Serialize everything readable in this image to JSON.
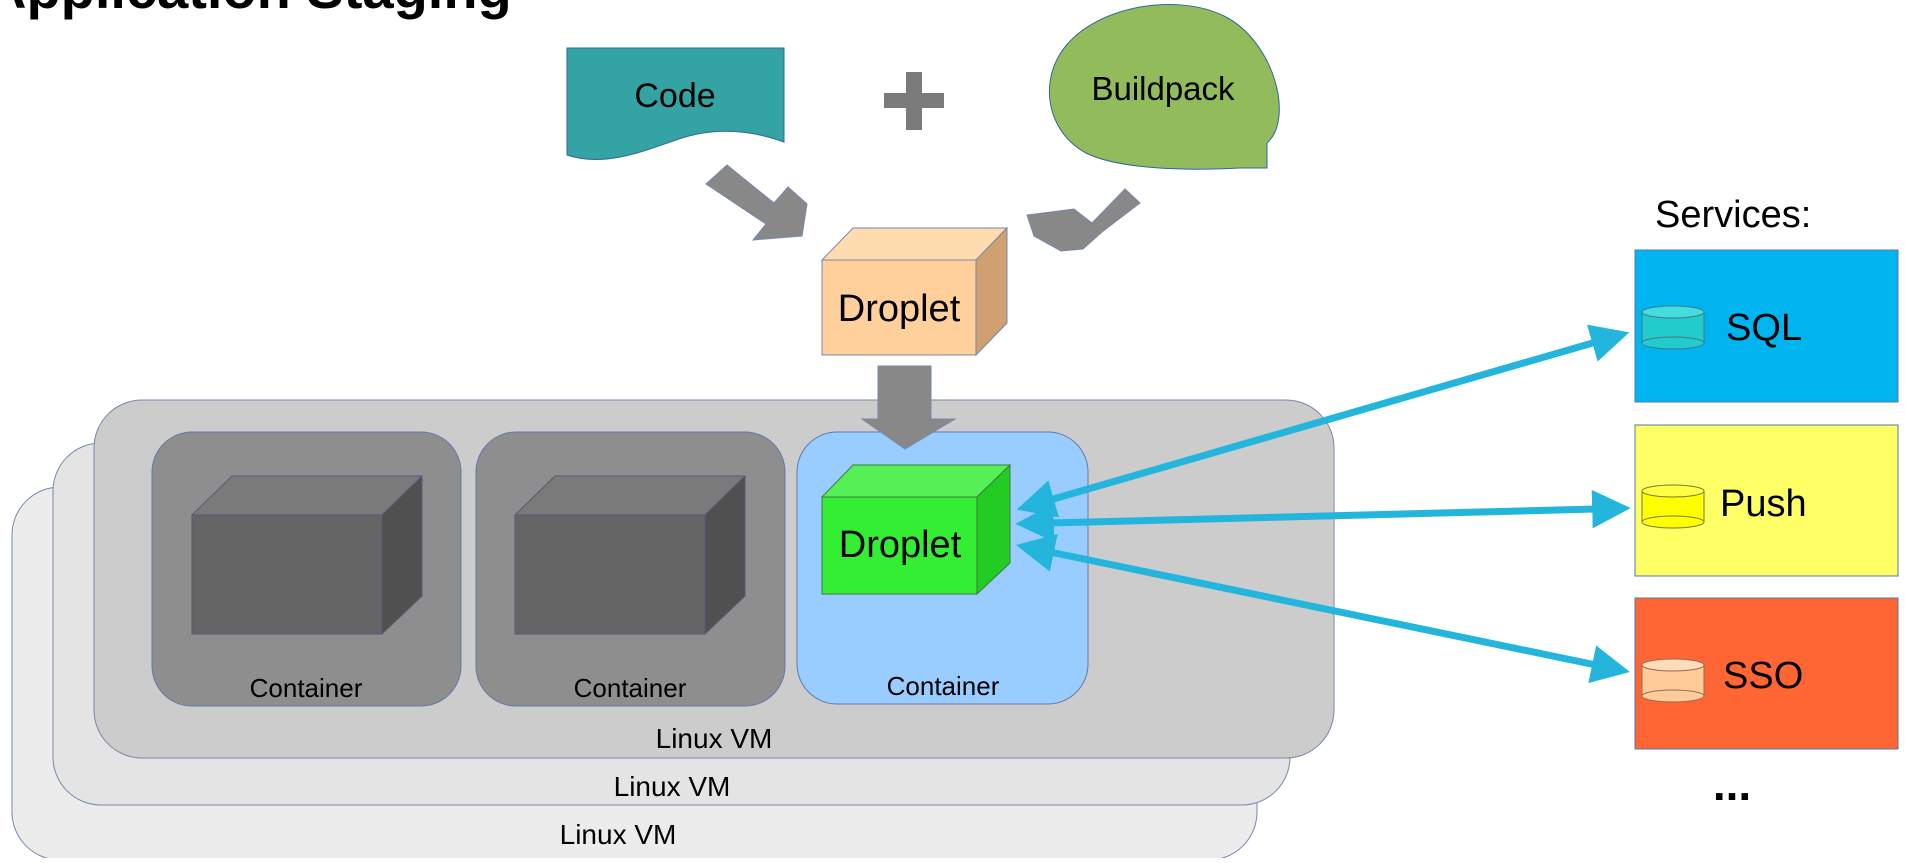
{
  "diagram": {
    "title": "Application Staging",
    "inputs": {
      "code": "Code",
      "plus": "+",
      "buildpack": "Buildpack"
    },
    "droplet_label": "Droplet",
    "container_label": "Container",
    "vm_labels": [
      "Linux VM",
      "Linux VM",
      "Linux VM"
    ],
    "services": {
      "heading": "Services:",
      "items": [
        {
          "label": "SQL",
          "color": "#00b4f0",
          "db_color": "#22cccc"
        },
        {
          "label": "Push",
          "color": "#ffff66",
          "db_color": "#ffff00"
        },
        {
          "label": "SSO",
          "color": "#ff6633",
          "db_color": "#ffcc99"
        }
      ],
      "more": "..."
    },
    "colors": {
      "code": "#33a3a3",
      "buildpack": "#92bb5c",
      "droplet_staging": "#ffd09c",
      "droplet_running": "#33ee33",
      "container_idle": "#8e8e8e",
      "container_active": "#99ccff",
      "vm_front": "#cccccc",
      "vm_back": "#e6e6e6",
      "arrow_gray": "#888888",
      "arrow_blue": "#23b5dc"
    }
  }
}
